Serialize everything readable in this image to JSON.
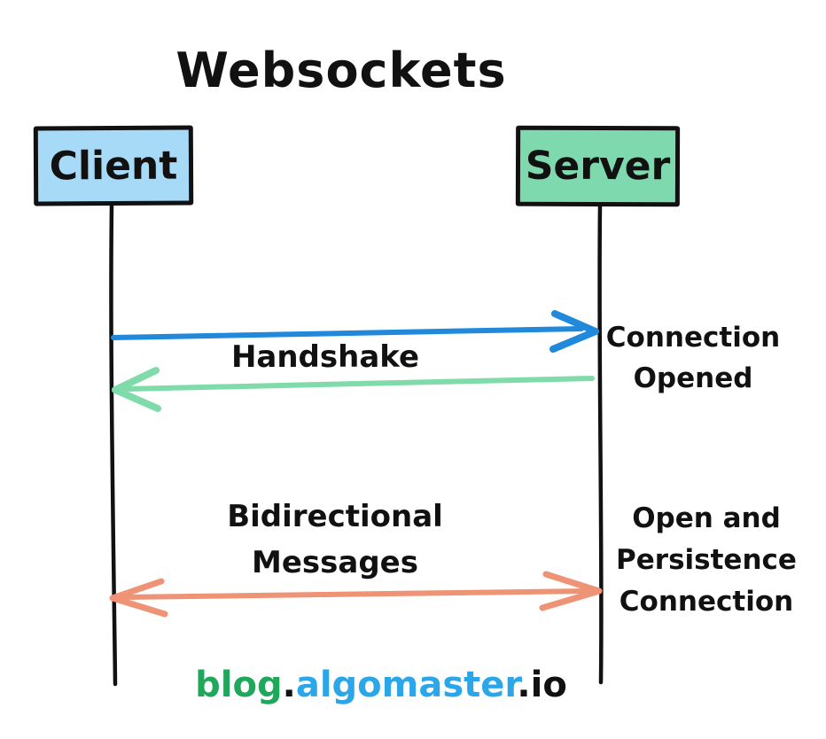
{
  "title": "Websockets",
  "actors": {
    "client": "Client",
    "server": "Server"
  },
  "messages": {
    "handshake_label": "Handshake",
    "connection_opened": "Connection\nOpened",
    "bidirectional_label": "Bidirectional\nMessages",
    "persistent_connection": "Open and\nPersistence\nConnection"
  },
  "footer": {
    "blog": "blog",
    "dot1": ".",
    "algomaster": "algomaster",
    "dot2": ".",
    "io": "io"
  },
  "colors": {
    "text": "#111111",
    "line": "#111111",
    "client_box": "#a6daf7",
    "server_box": "#7edaae",
    "arrow_blue": "#2089db",
    "arrow_green": "#7fdba9",
    "arrow_orange": "#ee9375",
    "footer_green": "#1fa85c",
    "footer_blue": "#2ba7e9"
  }
}
